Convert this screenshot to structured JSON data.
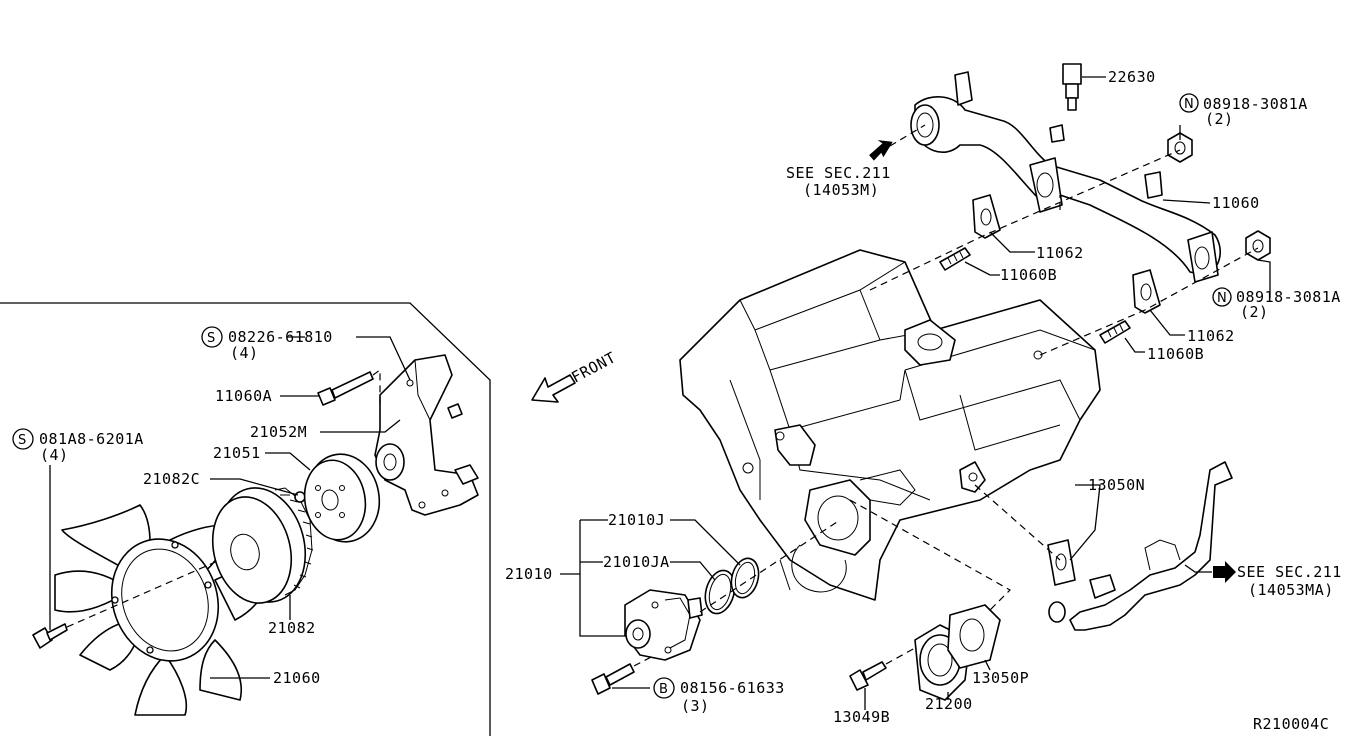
{
  "parts": {
    "p22630": "22630",
    "n08918_top": "08918-3081A",
    "n08918_top_qty": "(2)",
    "p11060": "11060",
    "see_sec_top": "SEE SEC.211",
    "see_sec_top_ref": "(14053M)",
    "p11062_top": "11062",
    "p11060B_top": "11060B",
    "n08918_mid": "08918-3081A",
    "n08918_mid_qty": "(2)",
    "p11062_mid": "11062",
    "p11060B_mid": "11060B",
    "s08226": "08226-61810",
    "s08226_qty": "(4)",
    "p11060A": "11060A",
    "p21052M": "21052M",
    "s081A8": "081A8-6201A",
    "s081A8_qty": "(4)",
    "p21051": "21051",
    "p21082C": "21082C",
    "p21082": "21082",
    "p21060": "21060",
    "front": "FRONT",
    "p13050N": "13050N",
    "see_sec_right": "SEE SEC.211",
    "see_sec_right_ref": "(14053MA)",
    "p21010J": "21010J",
    "p21010JA": "21010JA",
    "p21010": "21010",
    "b08156": "08156-61633",
    "b08156_qty": "(3)",
    "p13049B": "13049B",
    "p21200": "21200",
    "p13050P": "13050P",
    "ref_code": "R210004C"
  },
  "symbols": {
    "nut": "N",
    "sealant": "S",
    "bolt": "B"
  }
}
